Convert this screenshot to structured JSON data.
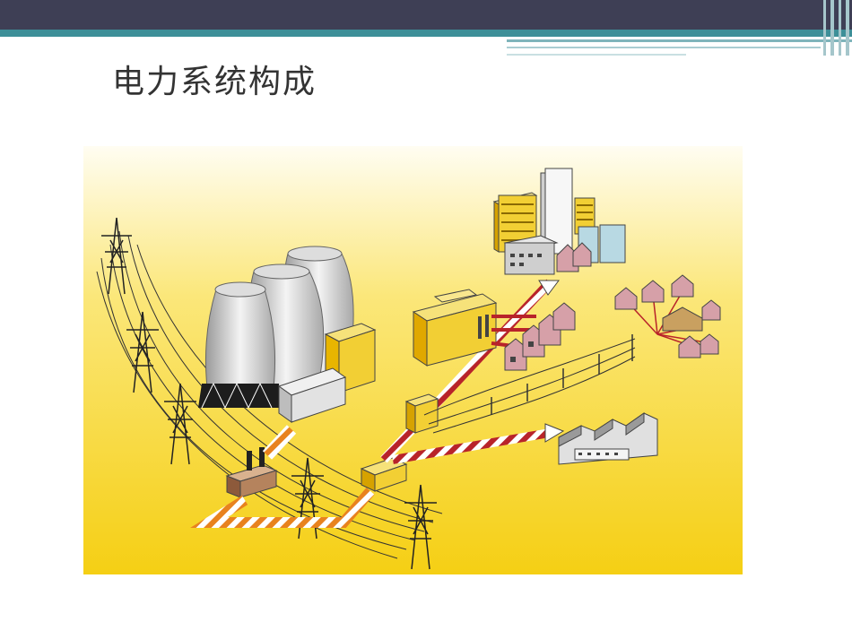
{
  "slide": {
    "title": "电力系统构成"
  },
  "theme": {
    "top_bar_color": "#3e3f55",
    "accent_color": "#3d8f98",
    "background_gradient": [
      "#ffffff",
      "#f7d21e"
    ]
  },
  "illustration": {
    "elements": [
      "cooling-towers",
      "power-plant",
      "step-up-transformer",
      "transmission-towers",
      "substation",
      "city-buildings",
      "residential-houses",
      "village-houses",
      "factory"
    ]
  }
}
